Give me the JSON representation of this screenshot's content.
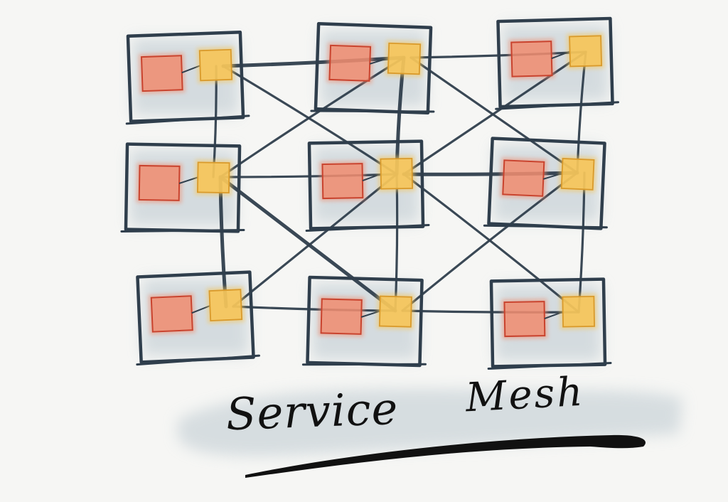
{
  "caption": {
    "word1": "Service",
    "word2": "Mesh"
  },
  "colors": {
    "background": "#f6f6f4",
    "ink": "#2f3e4c",
    "service_fill": "#f08d70",
    "service_stroke": "#c9432e",
    "proxy_fill": "#f6c65a",
    "proxy_stroke": "#d99a2b",
    "wash": "#c9d3d8",
    "caption_ink": "#111111"
  },
  "nodes": [
    {
      "id": "n00",
      "row": 0,
      "col": 0
    },
    {
      "id": "n01",
      "row": 0,
      "col": 1
    },
    {
      "id": "n02",
      "row": 0,
      "col": 2
    },
    {
      "id": "n10",
      "row": 1,
      "col": 0
    },
    {
      "id": "n11",
      "row": 1,
      "col": 1
    },
    {
      "id": "n12",
      "row": 1,
      "col": 2
    },
    {
      "id": "n20",
      "row": 2,
      "col": 0
    },
    {
      "id": "n21",
      "row": 2,
      "col": 1
    },
    {
      "id": "n22",
      "row": 2,
      "col": 2
    }
  ],
  "connections": [
    [
      "n00",
      "n01"
    ],
    [
      "n00",
      "n11"
    ],
    [
      "n10",
      "n01"
    ],
    [
      "n10",
      "n11"
    ],
    [
      "n10",
      "n21"
    ],
    [
      "n20",
      "n11"
    ],
    [
      "n20",
      "n21"
    ],
    [
      "n00",
      "n10"
    ],
    [
      "n10",
      "n20"
    ],
    [
      "n01",
      "n02"
    ],
    [
      "n01",
      "n12"
    ],
    [
      "n11",
      "n02"
    ],
    [
      "n11",
      "n12"
    ],
    [
      "n11",
      "n22"
    ],
    [
      "n21",
      "n12"
    ],
    [
      "n21",
      "n22"
    ],
    [
      "n01",
      "n11"
    ],
    [
      "n11",
      "n21"
    ],
    [
      "n02",
      "n12"
    ],
    [
      "n12",
      "n22"
    ]
  ]
}
